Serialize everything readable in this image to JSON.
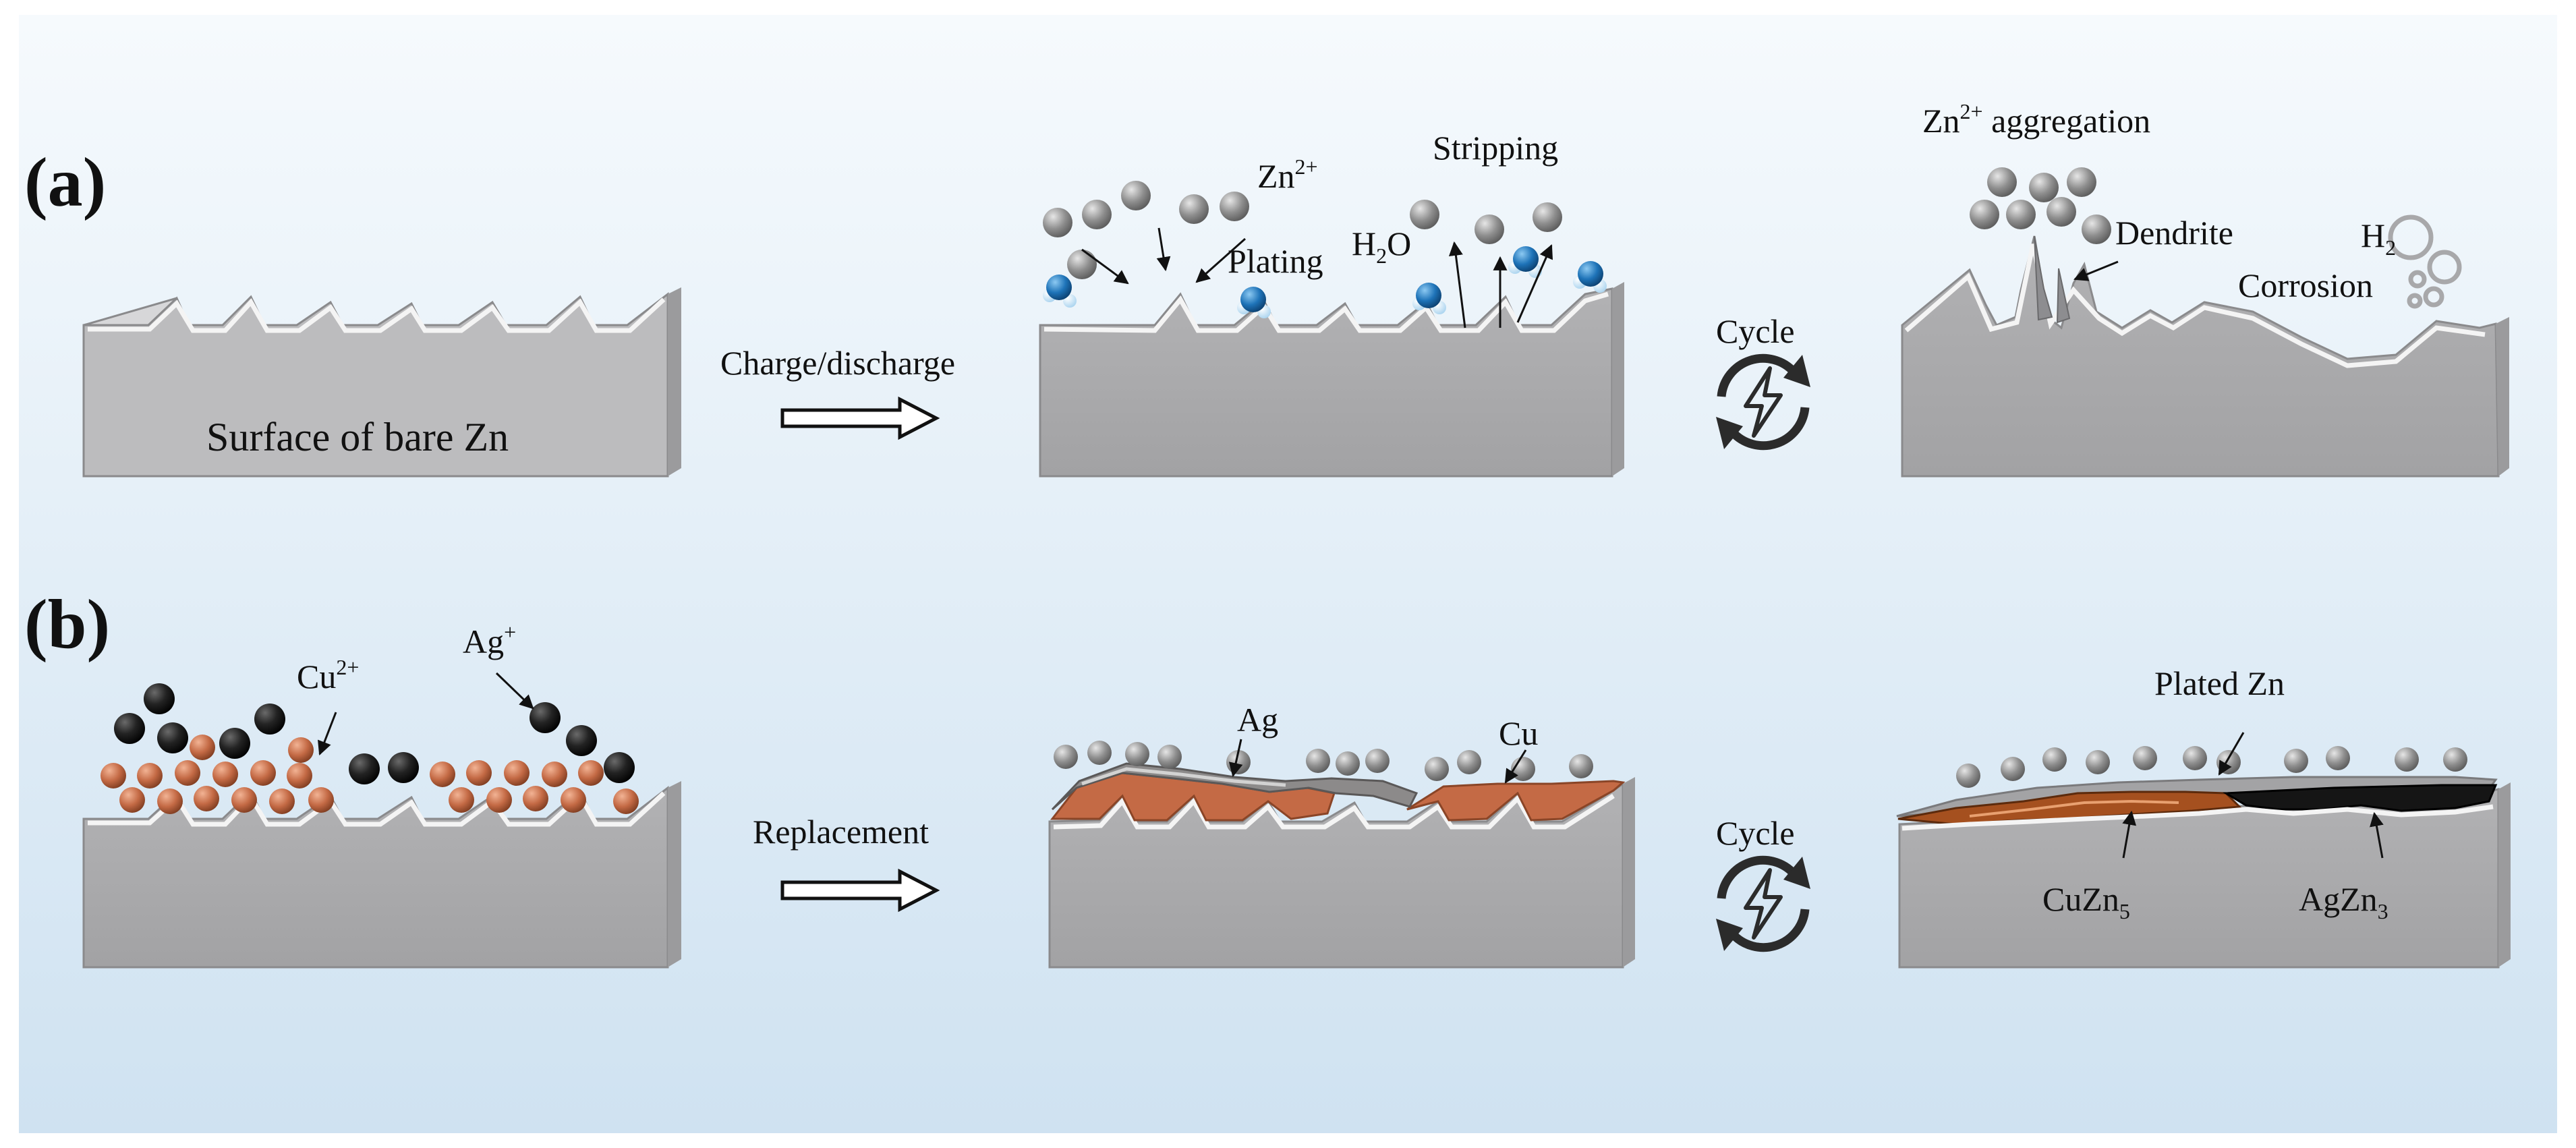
{
  "panel_a": {
    "label": "(a)",
    "stage1": {
      "caption": "Surface of bare Zn"
    },
    "arrow_label": "Charge/discharge",
    "stage2": {
      "zn_ion": {
        "base": "Zn",
        "sup": "2+"
      },
      "plating": "Plating",
      "stripping": "Stripping",
      "water": {
        "pre": "H",
        "sub": "2",
        "post": "O"
      }
    },
    "cycle_label": "Cycle",
    "stage3": {
      "aggregation": {
        "base": "Zn",
        "sup": "2+",
        "rest": " aggregation"
      },
      "dendrite": "Dendrite",
      "hydrogen": {
        "base": "H",
        "sub": "2"
      },
      "corrosion": "Corrosion"
    }
  },
  "panel_b": {
    "label": "(b)",
    "stage1": {
      "cu_ion": {
        "base": "Cu",
        "sup": "2+"
      },
      "ag_ion": {
        "base": "Ag",
        "sup": "+"
      }
    },
    "arrow_label": "Replacement",
    "stage2": {
      "ag": "Ag",
      "cu": "Cu"
    },
    "cycle_label": "Cycle",
    "stage3": {
      "plated": "Plated Zn",
      "cuzn": {
        "base": "CuZn",
        "sub": "5"
      },
      "agzn": {
        "base": "AgZn",
        "sub": "3"
      }
    }
  },
  "colors": {
    "background_top": "#f6fafd",
    "background_bottom": "#cfe2f1",
    "block_front": "#a9a9ab",
    "block_top": "#d7d7d9",
    "block_highlight": "#f4f4f4",
    "zn_ion": "#8e8e8e",
    "water": "#1e73b8",
    "copper": "#c46a45",
    "silver_ion": "#1d1d1d",
    "cuzn_layer": "#a5501f",
    "agzn_layer": "#151515"
  },
  "icons": [
    "cycle-icon",
    "lightning-icon",
    "hollow-arrow-icon",
    "h2-bubble-icon"
  ]
}
